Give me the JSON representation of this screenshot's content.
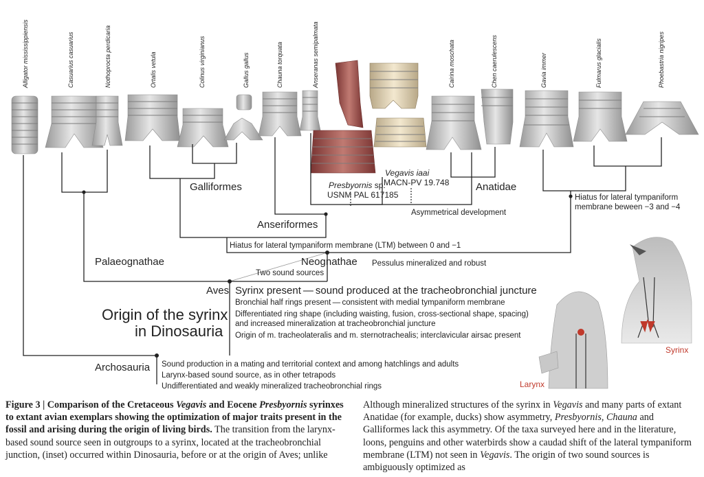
{
  "figure": {
    "taxa": [
      "Alligator mississippiensis",
      "Casuarius casuarius",
      "Nothoprocta perdicaria",
      "Ortalis vetula",
      "Colinus virginianus",
      "Gallus gallus",
      "Chauna torquata",
      "Anseranas semipalmata",
      "Cairina moschata",
      "Chen caerulescens",
      "Gavia immer",
      "Fulmarus glacialis",
      "Phoebastria nigripes"
    ],
    "clades": {
      "galliformes": "Galliformes",
      "anatidae": "Anatidae",
      "anseriformes": "Anseriformes",
      "palaeognathae": "Palaeognathae",
      "neognathae": "Neognathae",
      "aves": "Aves",
      "archosauria": "Archosauria"
    },
    "fossils": {
      "vegavis_name": "Vegavis iaai",
      "vegavis_id": "MACN-PV 19.748",
      "presbyornis_name": "Presbyornis",
      "presbyornis_sp": "sp.",
      "presbyornis_id": "USNM  PAL 617185"
    },
    "notes": {
      "asymmetrical": "Asymmetrical development",
      "hiatus_loon_1": "Hiatus for lateral tympaniform",
      "hiatus_loon_2": "membrane  beween −3 and −4",
      "hiatus_ltm": "Hiatus for lateral tympaniform membrane (LTM) between 0 and −1",
      "pessulus": "Pessulus mineralized and robust",
      "two_sources": "Two sound sources",
      "aves_1": "Syrinx present — sound produced at the tracheobronchial juncture",
      "aves_2": "Bronchial half rings present — consistent with medial tympaniform membrane",
      "aves_3": "Differentiated ring shape (including waisting, fusion, cross-sectional shape, spacing)",
      "aves_4": "and increased mineralization at tracheobronchial juncture",
      "aves_5": "Origin of m. tracheolateralis and m. sternotrachealis; interclavicular airsac present",
      "arch_1": "Sound production in a mating and territorial context and among hatchlings and adults",
      "arch_2": "Larynx-based sound source, as in other tetrapods",
      "arch_3": "Undifferentiated and weakly mineralized tracheobronchial rings",
      "origin_1": "Origin of the syrinx",
      "origin_2": "in Dinosauria"
    },
    "inset": {
      "syrinx_label": "Syrinx",
      "larynx_label": "Larynx"
    }
  },
  "caption": {
    "title_a": "Figure 3 | Comparison of the Cretaceous ",
    "title_vegavis": "Vegavis",
    "title_b": " and Eocene ",
    "title_presbyornis": "Presbyornis",
    "title_c": " syrinxes to extant avian exemplars showing the optimization of major traits present in the fossil and arising during the origin of living birds.",
    "left_text": " The transition from the larynx-based sound source seen in outgroups to a syrinx, located at the tracheobronchial junction, (inset) occurred within Dinosauria, before or at the origin of Aves; unlike",
    "right_a": "Although mineralized structures of the syrinx in ",
    "right_vegavis": "Vegavis",
    "right_b": " and many parts of extant Anatidae (for example, ducks) show asymmetry, ",
    "right_presbyornis": "Presbyornis",
    "right_c": ", ",
    "right_chauna": "Chauna",
    "right_d": " and Galliformes lack this asymmetry. Of the taxa surveyed here and in the literature, loons, penguins and other waterbirds show a caudad shift of the lateral tympaniform membrane (LTM) not seen in ",
    "right_vegavis2": "Vegavis",
    "right_e": ". The origin of two sound sources is ambiguously optimized as"
  },
  "colors": {
    "bone": "#d8d8d8",
    "fossil_red": "#a8524f",
    "fossil_cream": "#efe2c6",
    "accent_red": "#c0392b"
  }
}
